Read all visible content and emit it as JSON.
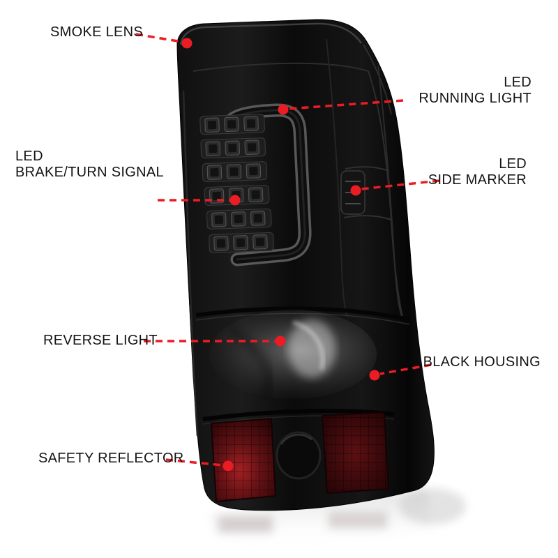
{
  "colors": {
    "background": "#ffffff",
    "callout_red": "#ec1c24",
    "label_text": "#141414"
  },
  "annotations": [
    {
      "id": "smoke-lens",
      "lines": [
        "SMOKE LENS"
      ]
    },
    {
      "id": "led-running-light",
      "lines": [
        "LED",
        "RUNNING LIGHT"
      ]
    },
    {
      "id": "led-brake-turn-signal",
      "lines": [
        "LED",
        "BRAKE/TURN SIGNAL"
      ]
    },
    {
      "id": "led-side-marker",
      "lines": [
        "LED",
        "SIDE MARKER"
      ]
    },
    {
      "id": "reverse-light",
      "lines": [
        "REVERSE LIGHT"
      ]
    },
    {
      "id": "black-housing",
      "lines": [
        "BLACK HOUSING"
      ]
    },
    {
      "id": "safety-reflector",
      "lines": [
        "SAFETY REFLECTOR"
      ]
    }
  ]
}
